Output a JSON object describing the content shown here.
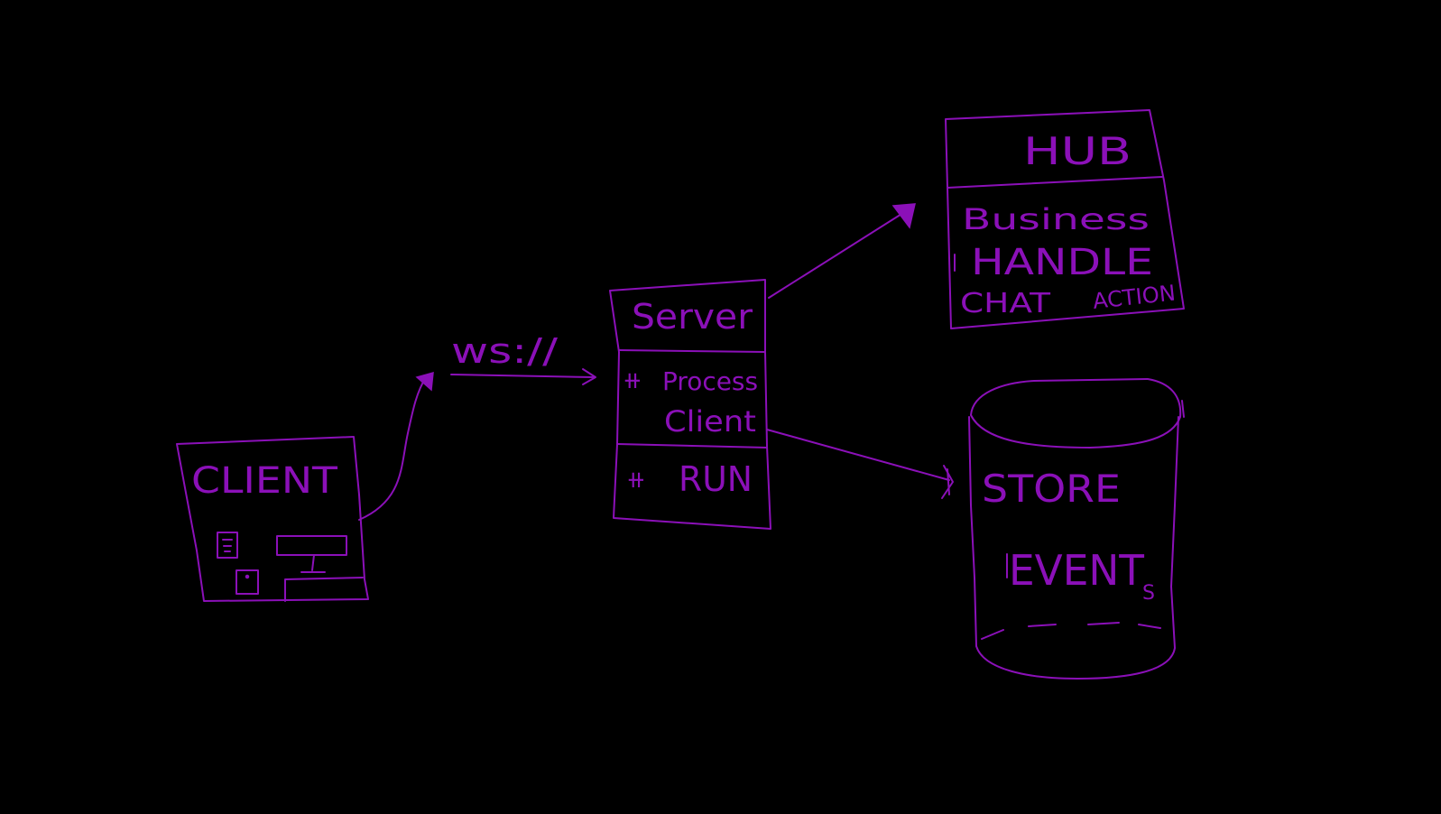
{
  "colors": {
    "background": "#000000",
    "ink": "#8b10b8"
  },
  "client": {
    "title": "CLIENT"
  },
  "connection": {
    "label": "ws://"
  },
  "server": {
    "title": "Server",
    "process_label": "Process",
    "process_label_line2": "Client",
    "run_label": "RUN",
    "bullet": "⧺"
  },
  "hub": {
    "title": "HUB",
    "line1": "Business",
    "line2": "HANDLE",
    "line3a": "CHAT",
    "line3b": "ACTION"
  },
  "store": {
    "title": "STORE",
    "line1": "EVENT",
    "line1_sub": "S"
  }
}
